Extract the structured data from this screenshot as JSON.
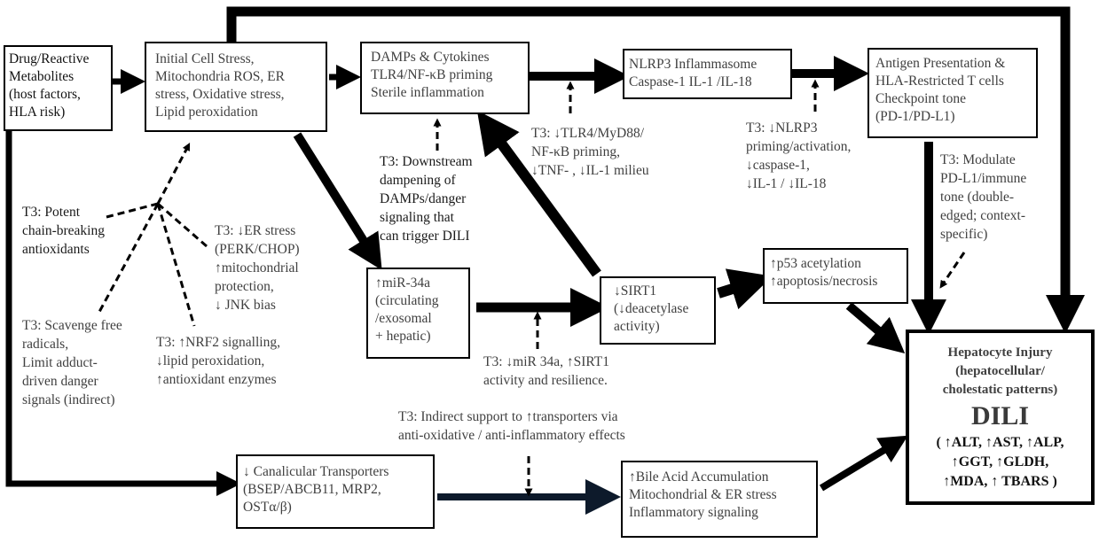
{
  "title": "T3 modulation of drug-induced liver injury (DILI) pathways",
  "boxes": {
    "drug": {
      "lines": [
        "Drug/Reactive",
        "Metabolites",
        "(host factors,",
        "HLA risk)"
      ]
    },
    "cell_stress": {
      "lines": [
        "Initial Cell Stress,",
        "Mitochondria ROS, ER",
        "stress, Oxidative stress,",
        "Lipid peroxidation"
      ]
    },
    "damps": {
      "lines": [
        "DAMPs & Cytokines",
        "TLR4/NF-κB priming",
        "Sterile inflammation"
      ]
    },
    "nlrp3": {
      "lines": [
        "NLRP3 Inflammasome",
        "Caspase-1 IL-1 /IL-18"
      ]
    },
    "antigen": {
      "lines": [
        "Antigen Presentation &",
        "HLA-Restricted T cells",
        "Checkpoint tone",
        "(PD-1/PD-L1)"
      ]
    },
    "mir34a": {
      "lines": [
        "↑miR-34a",
        "(circulating",
        "/exosomal",
        "+ hepatic)"
      ]
    },
    "sirt1": {
      "lines": [
        "↓SIRT1",
        "(↓deacetylase",
        "activity)"
      ]
    },
    "p53": {
      "lines": [
        "↑p53 acetylation",
        "↑apoptosis/necrosis"
      ]
    },
    "transporters": {
      "lines": [
        "↓ Canalicular Transporters",
        "(BSEP/ABCB11, MRP2,",
        "OSTα/β)"
      ]
    },
    "bile": {
      "lines": [
        "↑Bile Acid Accumulation",
        "Mitochondrial & ER stress",
        "Inflammatory signaling"
      ]
    },
    "dili": {
      "heading": [
        "Hepatocyte Injury",
        "(hepatocellular/",
        "cholestatic patterns)"
      ],
      "label": "DILI",
      "markers": [
        "( ↑ALT, ↑AST, ↑ALP,",
        "↑GGT, ↑GLDH,",
        "↑MDA, ↑ TBARS )"
      ]
    }
  },
  "notes": {
    "potent": [
      "T3: Potent",
      "chain-breaking",
      "antioxidants"
    ],
    "scavenge": [
      "T3: Scavenge free",
      "radicals,",
      "Limit adduct-",
      "driven danger",
      "signals (indirect)"
    ],
    "er_stress": [
      "T3: ↓ER stress",
      "(PERK/CHOP)",
      "↑mitochondrial",
      "protection,",
      "↓ JNK bias"
    ],
    "nrf2": [
      "T3: ↑NRF2 signalling,",
      "↓lipid peroxidation,",
      "↑antioxidant enzymes"
    ],
    "downstream": [
      "T3: Downstream",
      "dampening of",
      "DAMPs/danger",
      "signaling that",
      "can trigger DILI"
    ],
    "tlr4": [
      "T3: ↓TLR4/MyD88/",
      "NF-κB priming,",
      "↓TNF- , ↓IL-1 milieu"
    ],
    "nlrp3_t3": [
      "T3: ↓NLRP3",
      "priming/activation,",
      "↓caspase-1,",
      "↓IL-1 / ↓IL-18"
    ],
    "pdl1": [
      "T3: Modulate",
      "PD-L1/immune",
      "tone (double-",
      "edged; context-",
      "specific)"
    ],
    "mir_t3": [
      "T3: ↓miR 34a, ↑SIRT1",
      "activity and resilience."
    ],
    "transporter_t3": [
      "T3: Indirect support to ↑transporters via",
      "anti-oxidative / anti-inflammatory effects"
    ]
  },
  "colors": {
    "arrow": "#000000",
    "text": "#404040",
    "navy_arrow": "#0d1a2b"
  }
}
